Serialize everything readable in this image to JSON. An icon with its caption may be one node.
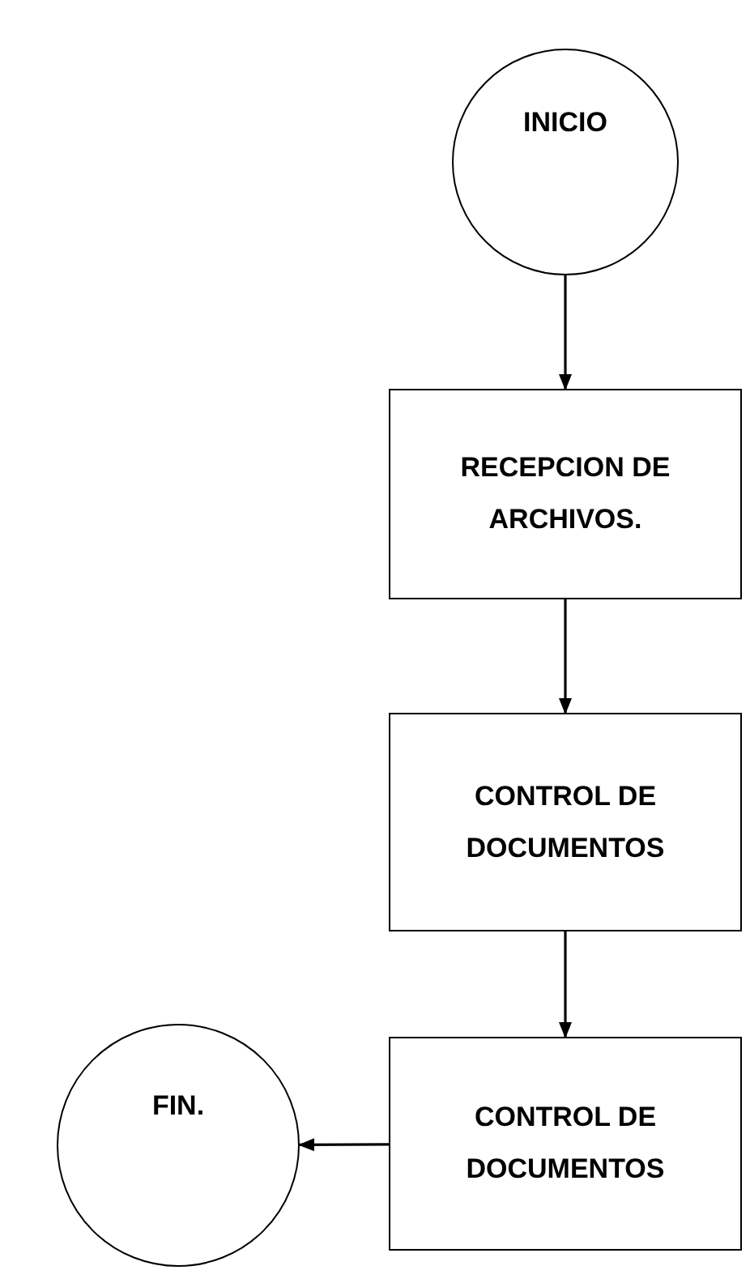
{
  "diagram": {
    "nodes": [
      {
        "text": [
          "INICIO"
        ]
      },
      {
        "text": [
          "RECEPCION DE ARCHIVOS."
        ]
      },
      {
        "text": [
          "CONTROL DE DOCUMENTOS"
        ]
      },
      {
        "text": [
          "CONTROL DE DOCUMENTOS"
        ]
      },
      {
        "text": [
          "FIN."
        ]
      }
    ],
    "edges": [
      {
        "from": 0,
        "to": 1,
        "arrow": "to"
      },
      {
        "from": 1,
        "to": 2,
        "arrow": "to"
      },
      {
        "from": 2,
        "to": 3,
        "arrow": "to"
      },
      {
        "from": 3,
        "to": 4,
        "arrow": "to"
      }
    ]
  }
}
